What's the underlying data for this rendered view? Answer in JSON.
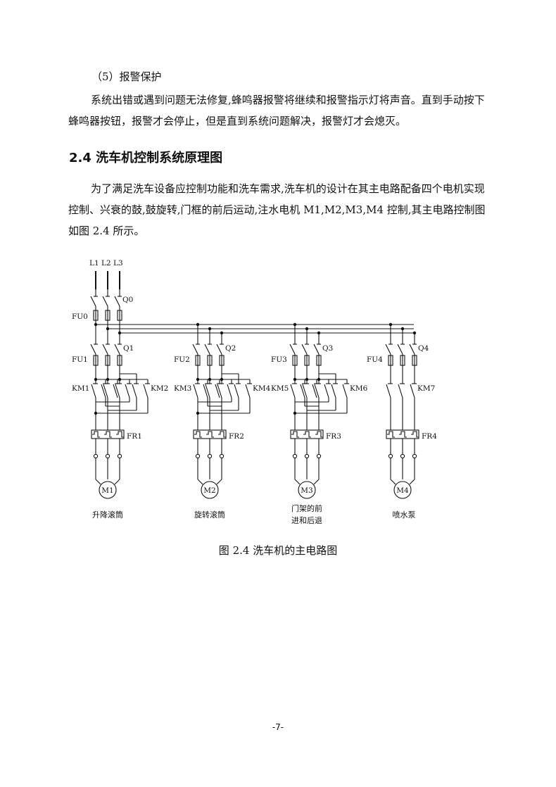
{
  "section": {
    "subheading": "（5）报警保护",
    "para1": "系统出错或遇到问题无法修复,蜂鸣器报警将继续和报警指示灯将声音。直到手动按下蜂鸣器按钮，报警才会停止，但是直到系统问题解决，报警灯才会熄灭。"
  },
  "heading": "2.4 洗车机控制系统原理图",
  "para2": "为了满足洗车设备应控制功能和洗车需求,洗车机的设计在其主电路配备四个电机实现控制、兴衰的鼓,鼓旋转,门框的前后运动,注水电机 M1,M2,M3,M4 控制,其主电路控制图如图 2.4 所示。",
  "figure": {
    "caption": "图 2.4 洗车机的主电路图",
    "phases": [
      "L1",
      "L2",
      "L3"
    ],
    "main_switch": "Q0",
    "main_fuse": "FU0",
    "branches": [
      {
        "switch": "Q1",
        "fuse": "FU1",
        "contactors": [
          "KM1",
          "KM2"
        ],
        "relay": "FR1",
        "motor": "M1",
        "label_lines": [
          "升降滚筒"
        ]
      },
      {
        "switch": "Q2",
        "fuse": "FU2",
        "contactors": [
          "KM3",
          "KM4"
        ],
        "relay": "FR2",
        "motor": "M2",
        "label_lines": [
          "旋转滚筒"
        ]
      },
      {
        "switch": "Q3",
        "fuse": "FU3",
        "contactors": [
          "KM5",
          "KM6"
        ],
        "relay": "FR3",
        "motor": "M3",
        "label_lines": [
          "门架的前",
          "进和后退"
        ]
      },
      {
        "switch": "Q4",
        "fuse": "FU4",
        "contactors": [
          "KM7"
        ],
        "relay": "FR4",
        "motor": "M4",
        "label_lines": [
          "喷水泵"
        ]
      }
    ]
  },
  "page_number": "-7-"
}
